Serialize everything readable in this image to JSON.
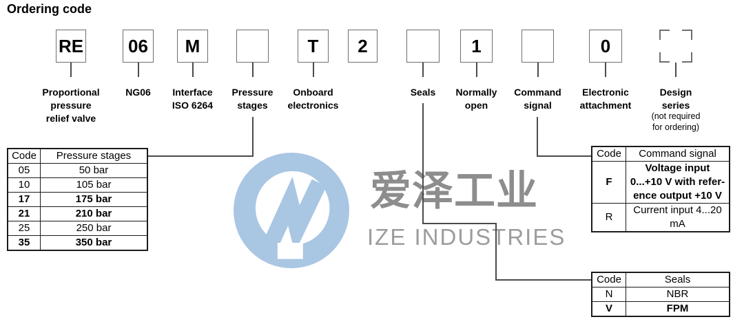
{
  "title": "Ordering code",
  "code_boxes": [
    {
      "value": "RE",
      "label": "Proportional\npressure\nrelief valve"
    },
    {
      "value": "06",
      "label": "NG06"
    },
    {
      "value": "M",
      "label": "Interface\nISO 6264"
    },
    {
      "value": "",
      "label": "Pressure\nstages"
    },
    {
      "value": "T",
      "label": "Onboard\nelectronics"
    },
    {
      "value": "2",
      "label": ""
    },
    {
      "value": "",
      "label": "Seals"
    },
    {
      "value": "1",
      "label": "Normally\nopen"
    },
    {
      "value": "",
      "label": "Command\nsignal"
    },
    {
      "value": "0",
      "label": "Electronic\nattachment"
    },
    {
      "value": "",
      "label": "Design\nseries",
      "note": "(not required\nfor ordering)"
    }
  ],
  "pressure_table": {
    "headers": [
      "Code",
      "Pressure stages"
    ],
    "rows": [
      {
        "code": "05",
        "value": "50 bar",
        "bold": false
      },
      {
        "code": "10",
        "value": "105 bar",
        "bold": false
      },
      {
        "code": "17",
        "value": "175 bar",
        "bold": true
      },
      {
        "code": "21",
        "value": "210 bar",
        "bold": true
      },
      {
        "code": "25",
        "value": "250 bar",
        "bold": false
      },
      {
        "code": "35",
        "value": "350 bar",
        "bold": true
      }
    ]
  },
  "command_table": {
    "headers": [
      "Code",
      "Command signal"
    ],
    "rows": [
      {
        "code": "F",
        "value": "Voltage input\n0...+10 V with refer-\nence output +10 V",
        "bold": true
      },
      {
        "code": "R",
        "value": "Current input 4...20\nmA",
        "bold": false
      }
    ]
  },
  "seals_table": {
    "headers": [
      "Code",
      "Seals"
    ],
    "rows": [
      {
        "code": "N",
        "value": "NBR",
        "bold": false
      },
      {
        "code": "V",
        "value": "FPM",
        "bold": true
      }
    ]
  },
  "watermark": {
    "cn_text": "爱泽工业",
    "en_text": "IZE INDUSTRIES",
    "logo_color": "#a9c6e3",
    "cn_color": "#8d8d8d",
    "en_color": "#9c9c9c"
  }
}
